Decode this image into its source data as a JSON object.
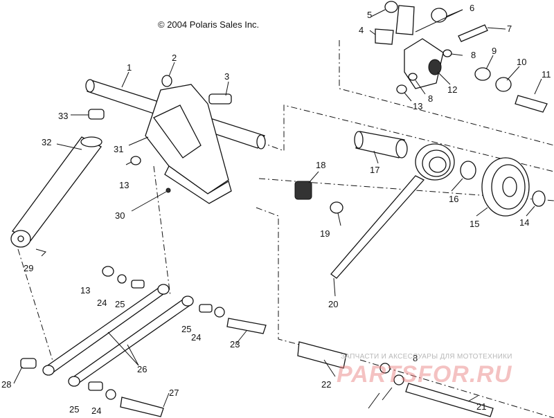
{
  "copyright": "© 2004 Polaris Sales Inc.",
  "watermark": {
    "tagline": "ЗАПЧАСТИ И АКСЕССУАРЫ ДЛЯ МОТОТЕХНИКИ",
    "logo": "PARTSFOR.RU"
  },
  "callouts": [
    "1",
    "2",
    "3",
    "4",
    "5",
    "6",
    "7",
    "8",
    "8",
    "8",
    "9",
    "10",
    "11",
    "12",
    "13",
    "13",
    "13",
    "14",
    "15",
    "16",
    "17",
    "18",
    "19",
    "20",
    "21",
    "22",
    "23",
    "24",
    "24",
    "24",
    "25",
    "25",
    "25",
    "26",
    "27",
    "28",
    "29",
    "30",
    "31",
    "32",
    "33"
  ]
}
